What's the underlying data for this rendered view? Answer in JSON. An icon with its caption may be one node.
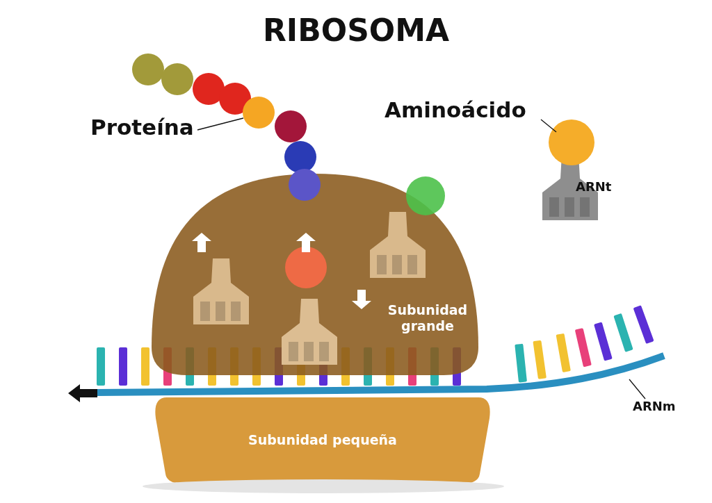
{
  "diagram": {
    "title": "RIBOSOMA",
    "nodes": [
      {
        "text": [
          "Subunidad grande"
        ]
      },
      {
        "text": [
          "Subunidad pequeña"
        ]
      },
      {
        "text": [
          "Proteína"
        ]
      },
      {
        "text": [],
        "shape": "circle"
      },
      {
        "text": [
          "Aminoácido"
        ]
      },
      {
        "text": [],
        "shape": "circle"
      },
      {
        "text": [
          "ARNm"
        ]
      },
      {
        "text": [],
        "shape": "bar"
      }
    ],
    "edges": [
      {
        "from": 2,
        "to": 3,
        "arrow": "none"
      },
      {
        "from": 4,
        "to": 5,
        "arrow": "none"
      },
      {
        "from": 6,
        "to": 7,
        "arrow": "none"
      }
    ],
    "labels": [
      "ARNt"
    ]
  }
}
